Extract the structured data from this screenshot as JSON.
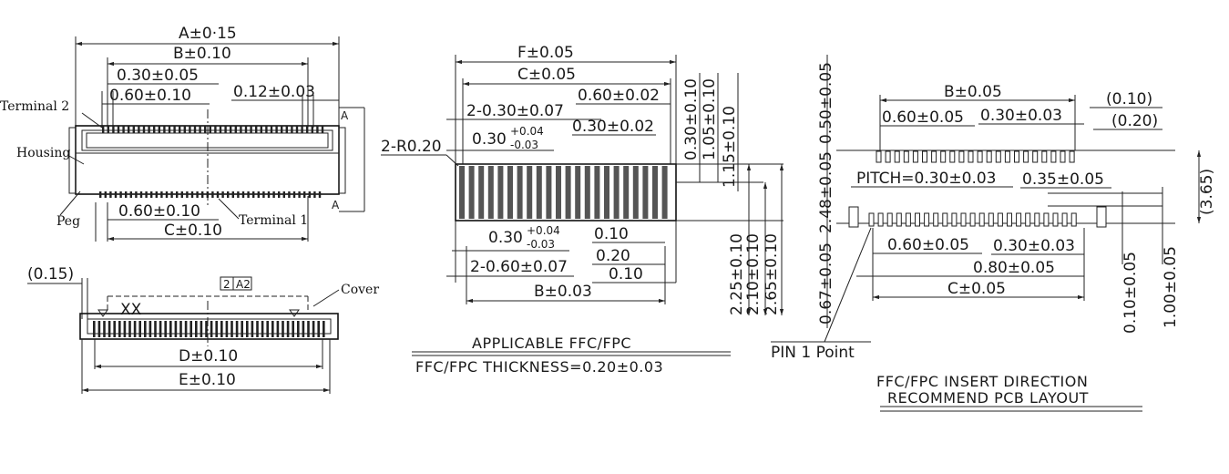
{
  "connector_top": {
    "dim_a": "A±0·15",
    "dim_b": "B±0.10",
    "dim_pitch": "0.30±0.05",
    "dim_pin_pitch": "0.60±0.10",
    "dim_offset": "0.12±0.03",
    "section_mark": "A",
    "dim_bottom_pitch": "0.60±0.10",
    "dim_c": "C±0.10",
    "callout_terminal_2": "Terminal 2",
    "callout_housing": "Housing",
    "callout_peg": "Peg",
    "callout_terminal_1": "Terminal 1"
  },
  "connector_front": {
    "dim_side": "(0.15)",
    "box_num": "2",
    "box_code": "A2",
    "marking": "XX",
    "callout_cover": "Cover",
    "dim_d": "D±0.10",
    "dim_e": "E±0.10"
  },
  "ffc": {
    "dim_f": "F±0.05",
    "dim_c": "C±0.05",
    "dim_r": "2-R0.20",
    "dim_two_pitch": "2-0.30±0.07",
    "dim_w1": "0.60±0.02",
    "dim_w2": "0.30±0.02",
    "dim_tol_base": "0.30",
    "dim_tol_plus": "+0.04",
    "dim_tol_minus": "-0.03",
    "dim_v1": "0.30±0.10",
    "dim_v2": "1.05±0.10",
    "dim_v3": "1.15±0.10",
    "dim_b_tol_base": "0.30",
    "dim_b_tol_plus": "+0.04",
    "dim_b_tol_minus": "-0.03",
    "dim_010a": "0.10",
    "dim_020": "0.20",
    "dim_two_pin": "2-0.60±0.07",
    "dim_010b": "0.10",
    "dim_b": "B±0.03",
    "dim_h1": "2.25±0.10",
    "dim_h2": "2.10±0.10",
    "dim_h3": "2.65±0.10",
    "caption_1": "APPLICABLE  FFC/FPC",
    "caption_2": "FFC/FPC  THICKNESS=0.20±0.03"
  },
  "pcb": {
    "dim_b": "B±0.05",
    "dim_010": "(0.10)",
    "dim_020": "(0.20)",
    "dim_pin": "0.60±0.05",
    "dim_pitch": "0.30±0.03",
    "dim_pitch_label": "PITCH=0.30±0.03",
    "dim_035": "0.35±0.05",
    "dim_pin_b": "0.60±0.05",
    "dim_pitch_b": "0.30±0.03",
    "dim_080": "0.80±0.05",
    "dim_c": "C±0.05",
    "dim_v050": "0.50±0.05",
    "dim_v248": "2.48±0.05",
    "dim_v067": "0.67±0.05",
    "dim_v010": "0.10±0.05",
    "dim_v100": "1.00±0.05",
    "dim_365": "(3.65)",
    "pin1": "PIN 1 Point",
    "caption_1": "FFC/FPC  INSERT  DIRECTION",
    "caption_2": "RECOMMEND  PCB  LAYOUT"
  }
}
